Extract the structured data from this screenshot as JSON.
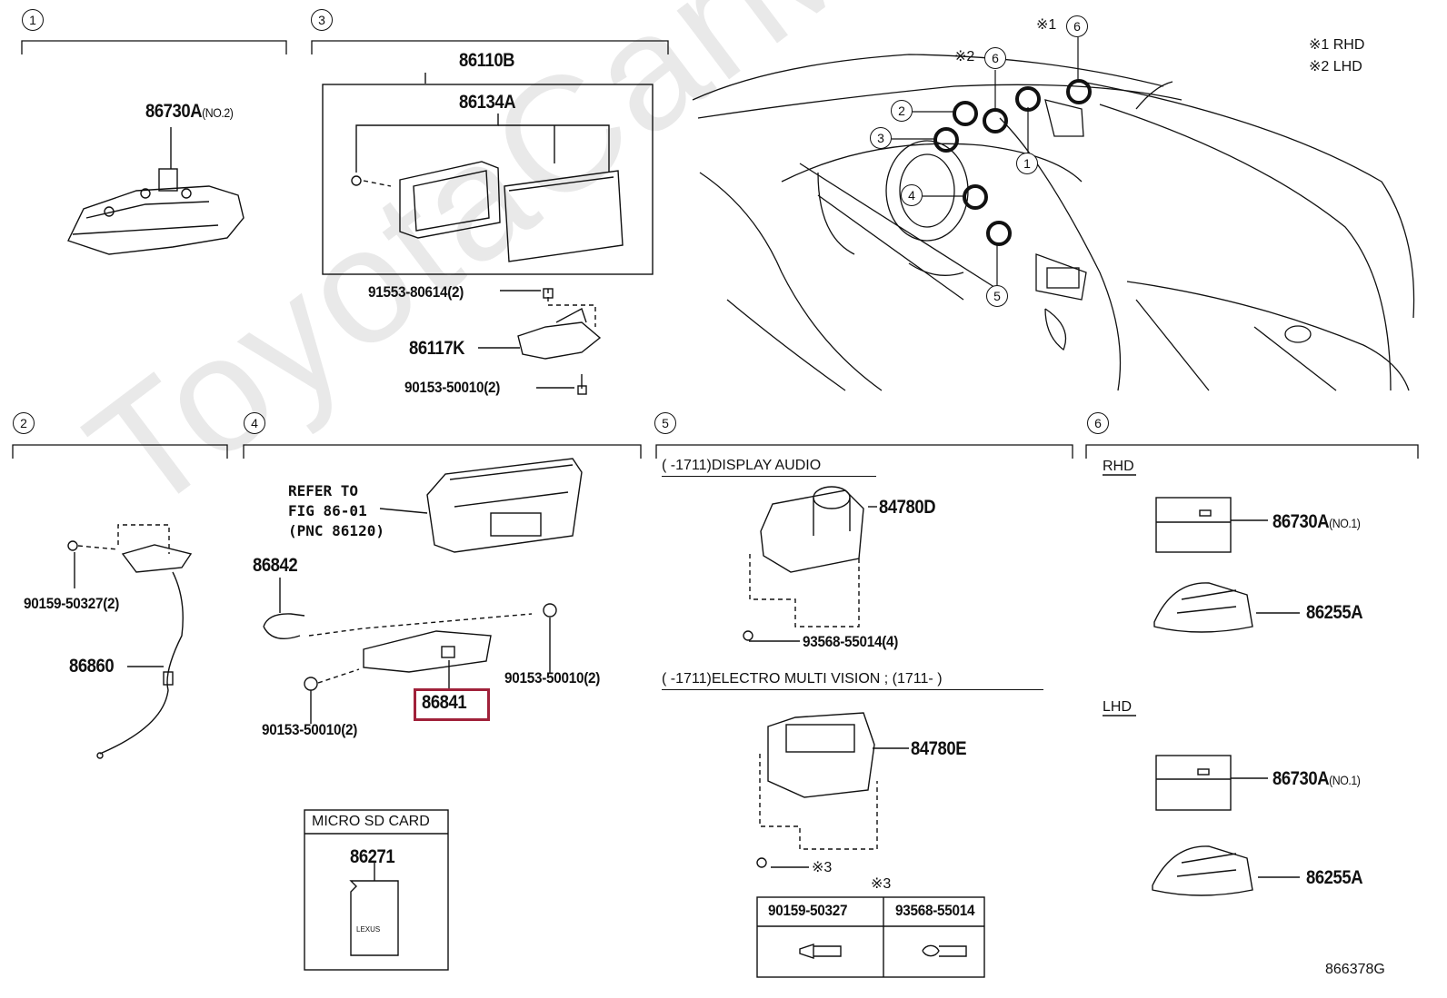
{
  "watermark": "ToyotaCarMine.ru",
  "notes": {
    "n1": "※1 RHD",
    "n2": "※2 LHD"
  },
  "callouts": {
    "c1": "1",
    "c2": "2",
    "c3": "3",
    "c4": "4",
    "c5": "5",
    "c6": "6"
  },
  "ref_marks": {
    "m1": "※1",
    "m2": "※2",
    "m3": "※3"
  },
  "group1": {
    "part": "86730A",
    "qualifier": "(NO.2)"
  },
  "group3": {
    "assembly": "86110B",
    "panel": "86134A",
    "screw": "91553-80614(2)",
    "bracket": "86117K",
    "bolt": "90153-50010(2)"
  },
  "group2": {
    "bolt": "90159-50327(2)",
    "cable": "86860"
  },
  "group4": {
    "refer": [
      "REFER TO",
      "FIG 86-01",
      "(PNC 86120)"
    ],
    "cord": "86842",
    "bolt_right": "90153-50010(2)",
    "bolt_left": "90153-50010(2)",
    "unit": "86841",
    "sd_title": "MICRO SD CARD",
    "sd_part": "86271"
  },
  "group5": {
    "cond1": "(      -1711)DISPLAY AUDIO",
    "part1": "84780D",
    "screw1": "93568-55014(4)",
    "cond2": "(      -1711)ELECTRO MULTI VISION ; (1711-        )",
    "part2": "84780E",
    "table_headers": [
      "90159-50327",
      "93568-55014"
    ]
  },
  "group6": {
    "rhd": "RHD",
    "lhd": "LHD",
    "switch": "86730A",
    "qualifier": "(NO.1)",
    "socket": "86255A"
  },
  "figure_id": "866378G"
}
